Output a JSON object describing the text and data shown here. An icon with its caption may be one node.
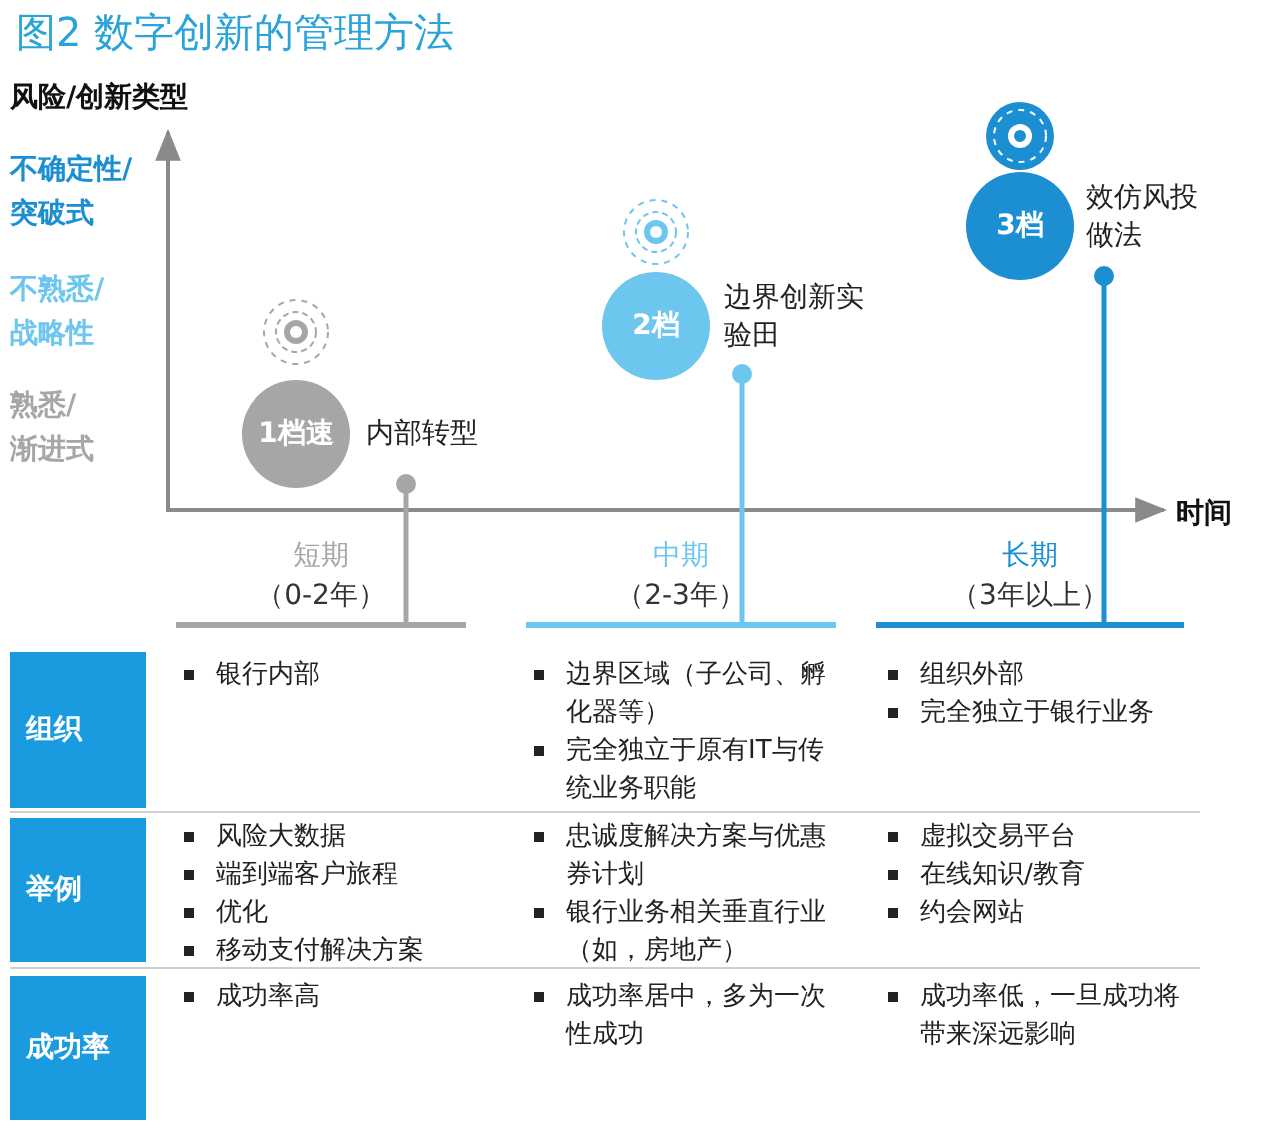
{
  "diagram": {
    "title": "图2 数字创新的管理方法",
    "nodes": [
      {
        "text": [
          "1档速"
        ],
        "beside": [
          "内部转型"
        ]
      },
      {
        "text": [
          "2档"
        ],
        "beside": [
          "边界创新实验田"
        ]
      },
      {
        "text": [
          "3档"
        ],
        "beside": [
          "效仿风投做法"
        ]
      },
      {
        "text": [
          "短期",
          "（0-2年）"
        ]
      },
      {
        "text": [
          "中期",
          "（2-3年）"
        ]
      },
      {
        "text": [
          "长期",
          "（3年以上）"
        ]
      },
      {
        "text": [
          "组织"
        ]
      },
      {
        "text": [
          "举例"
        ]
      },
      {
        "text": [
          "成功率"
        ]
      }
    ],
    "edges": [
      {
        "from": 0,
        "to": 3,
        "arrow": "other",
        "color": "#a6a6a6"
      },
      {
        "from": 1,
        "to": 4,
        "arrow": "other",
        "color": "#6dc6ee"
      },
      {
        "from": 2,
        "to": 5,
        "arrow": "other",
        "color": "#1b8fd2"
      }
    ],
    "labels": [
      "风险/创新类型",
      "不确定性/突破式",
      "不熟悉/战略性",
      "熟悉/渐进式",
      "时间",
      "银行内部",
      "边界区域（子公司、孵化器等）",
      "完全独立于原有IT与传统业务职能",
      "组织外部",
      "完全独立于银行业务",
      "风险大数据",
      "端到端客户旅程",
      "优化",
      "移动支付解决方案",
      "忠诚度解决方案与优惠券计划",
      "银行业务相关垂直行业（如，房地产）",
      "虚拟交易平台",
      "在线知识/教育",
      "约会网站",
      "成功率高",
      "成功率居中，多为一次性成功",
      "成功率低，一旦成功将带来深远影响"
    ]
  }
}
